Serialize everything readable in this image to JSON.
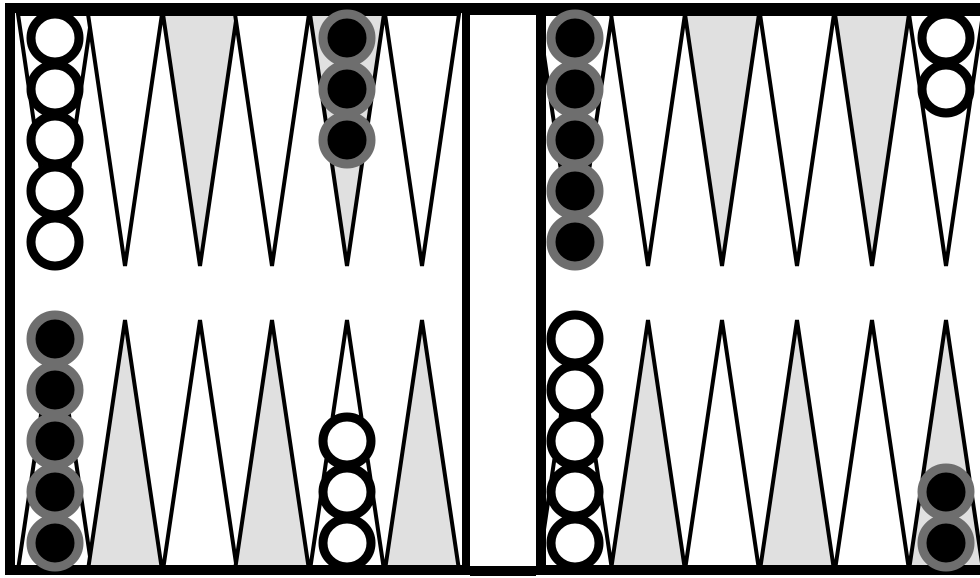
{
  "game": "backgammon",
  "colors": {
    "board_background": "#ffffff",
    "frame": "#000000",
    "point_light": "#ffffff",
    "point_dark": "#e0e0e0",
    "white_checker_fill": "#ffffff",
    "white_checker_rim": "#000000",
    "black_checker_fill": "#000000",
    "black_checker_rim": "#6e6e6e"
  },
  "board": {
    "top_points": [
      {
        "index": 1,
        "shade": "light",
        "checkers": {
          "color": "white",
          "count": 5
        }
      },
      {
        "index": 2,
        "shade": "light",
        "checkers": null
      },
      {
        "index": 3,
        "shade": "dark",
        "checkers": null
      },
      {
        "index": 4,
        "shade": "light",
        "checkers": null
      },
      {
        "index": 5,
        "shade": "dark",
        "checkers": {
          "color": "black",
          "count": 3
        }
      },
      {
        "index": 6,
        "shade": "light",
        "checkers": null
      },
      {
        "index": 7,
        "shade": "light",
        "checkers": {
          "color": "black",
          "count": 5
        }
      },
      {
        "index": 8,
        "shade": "light",
        "checkers": null
      },
      {
        "index": 9,
        "shade": "dark",
        "checkers": null
      },
      {
        "index": 10,
        "shade": "light",
        "checkers": null
      },
      {
        "index": 11,
        "shade": "dark",
        "checkers": null
      },
      {
        "index": 12,
        "shade": "light",
        "checkers": {
          "color": "white",
          "count": 2
        }
      }
    ],
    "bottom_points": [
      {
        "index": 1,
        "shade": "light",
        "checkers": {
          "color": "black",
          "count": 5
        }
      },
      {
        "index": 2,
        "shade": "dark",
        "checkers": null
      },
      {
        "index": 3,
        "shade": "light",
        "checkers": null
      },
      {
        "index": 4,
        "shade": "dark",
        "checkers": null
      },
      {
        "index": 5,
        "shade": "light",
        "checkers": {
          "color": "white",
          "count": 3
        }
      },
      {
        "index": 6,
        "shade": "dark",
        "checkers": null
      },
      {
        "index": 7,
        "shade": "light",
        "checkers": {
          "color": "white",
          "count": 5
        }
      },
      {
        "index": 8,
        "shade": "dark",
        "checkers": null
      },
      {
        "index": 9,
        "shade": "light",
        "checkers": null
      },
      {
        "index": 10,
        "shade": "dark",
        "checkers": null
      },
      {
        "index": 11,
        "shade": "light",
        "checkers": null
      },
      {
        "index": 12,
        "shade": "dark",
        "checkers": {
          "color": "black",
          "count": 2
        }
      }
    ]
  }
}
